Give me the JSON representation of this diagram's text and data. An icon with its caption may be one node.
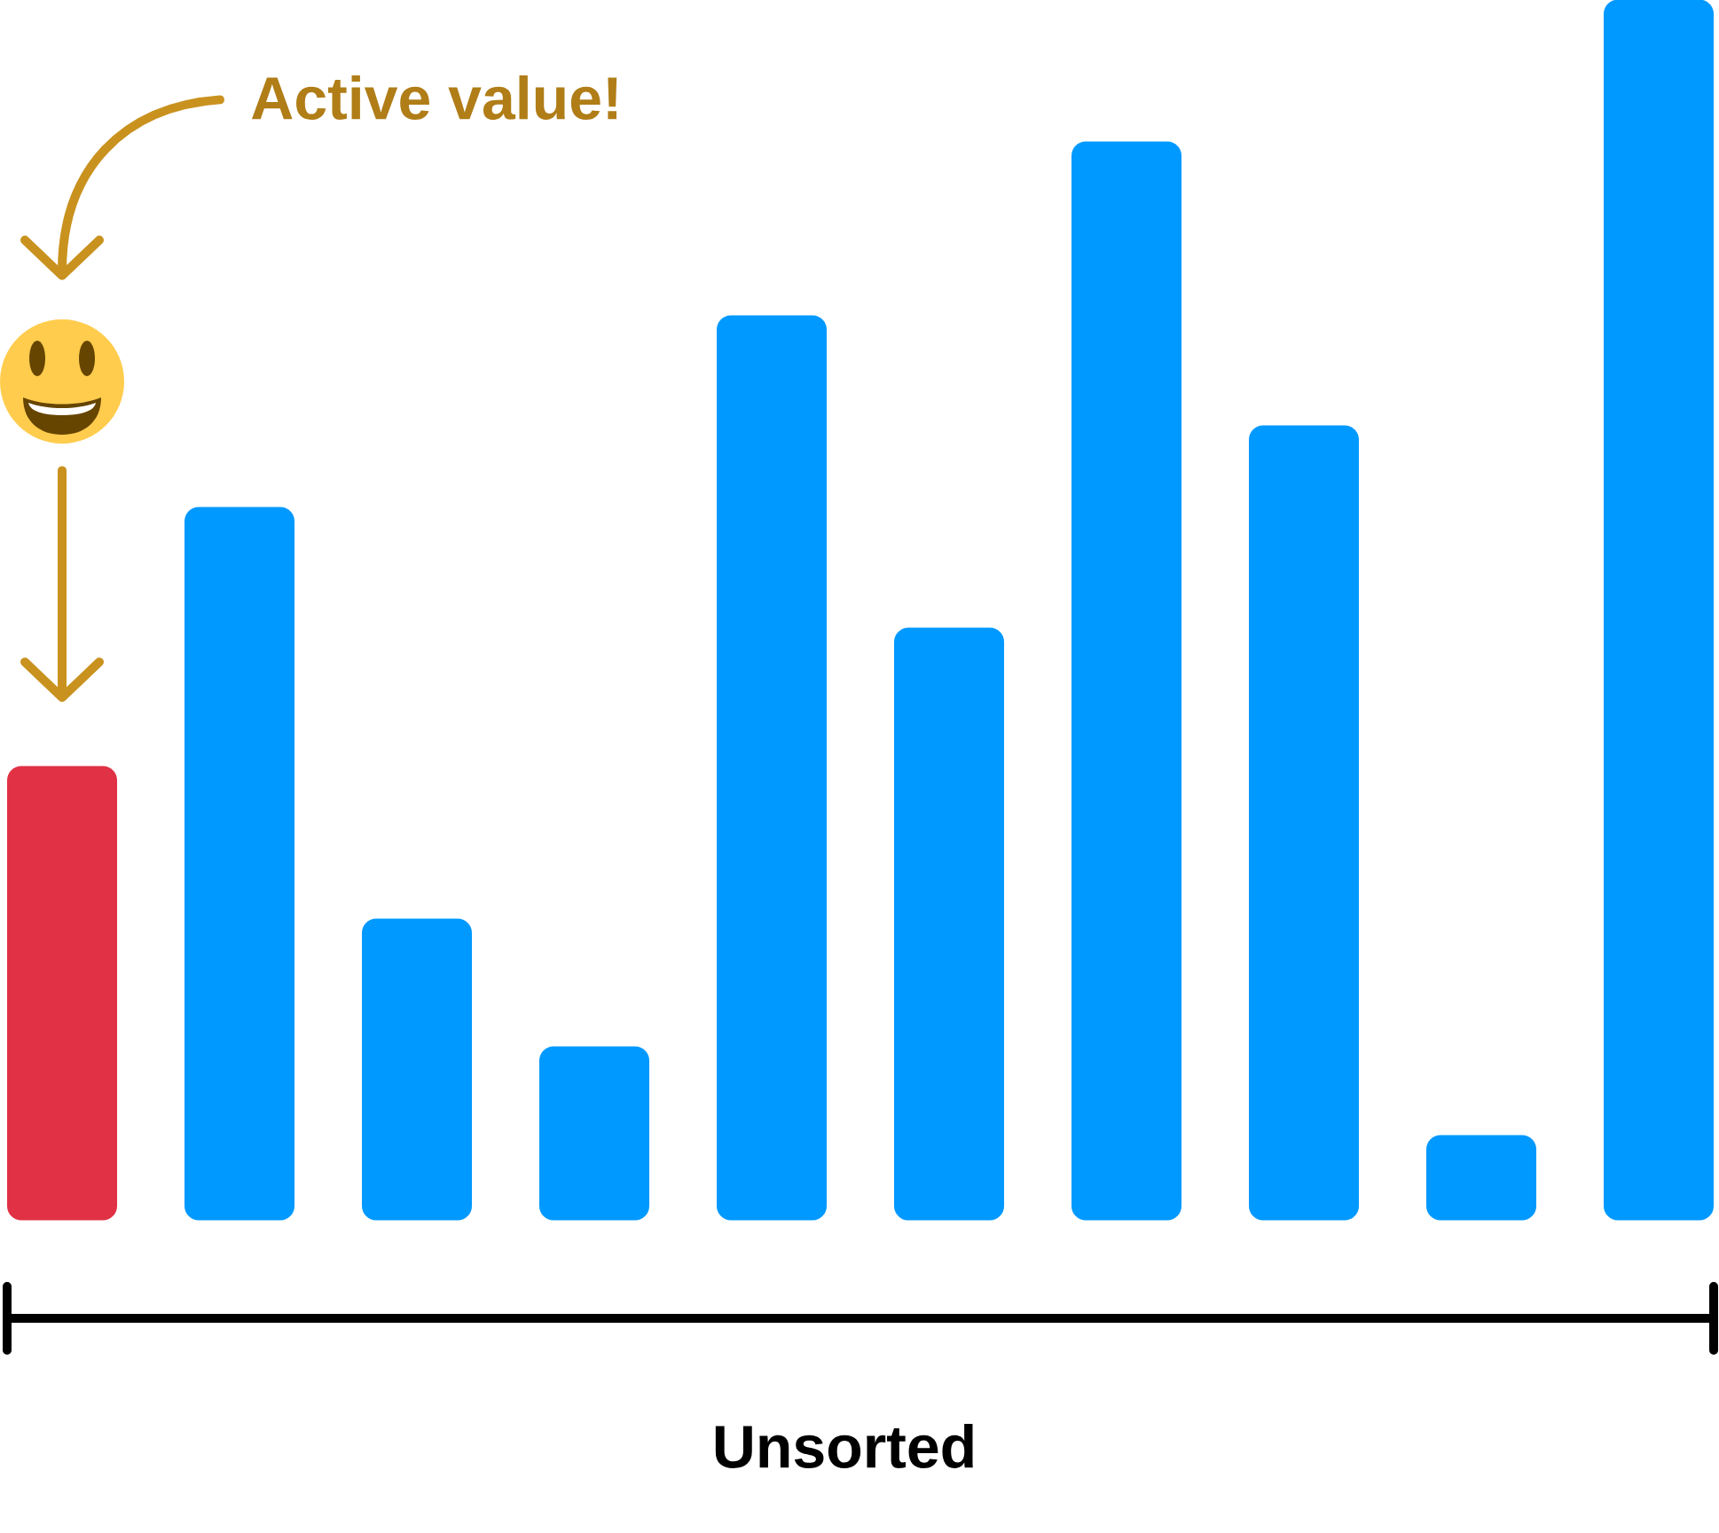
{
  "diagram": {
    "nodes": [
      {
        "text": [
          "Active value!"
        ]
      },
      {
        "text": [],
        "shape": "picture"
      },
      {
        "text": [],
        "shape": "bar"
      },
      {
        "text": [],
        "shape": "bar"
      },
      {
        "text": [],
        "shape": "bar"
      },
      {
        "text": [],
        "shape": "bar"
      },
      {
        "text": [],
        "shape": "bar"
      },
      {
        "text": [],
        "shape": "bar"
      },
      {
        "text": [],
        "shape": "bar"
      },
      {
        "text": [],
        "shape": "bar"
      },
      {
        "text": [],
        "shape": "bar"
      },
      {
        "text": [],
        "shape": "bar"
      }
    ],
    "edges": [
      {
        "from": 0,
        "to": 1,
        "arrow": "to"
      },
      {
        "from": 1,
        "to": 2,
        "arrow": "to"
      }
    ],
    "labels": [
      "Unsorted"
    ]
  }
}
